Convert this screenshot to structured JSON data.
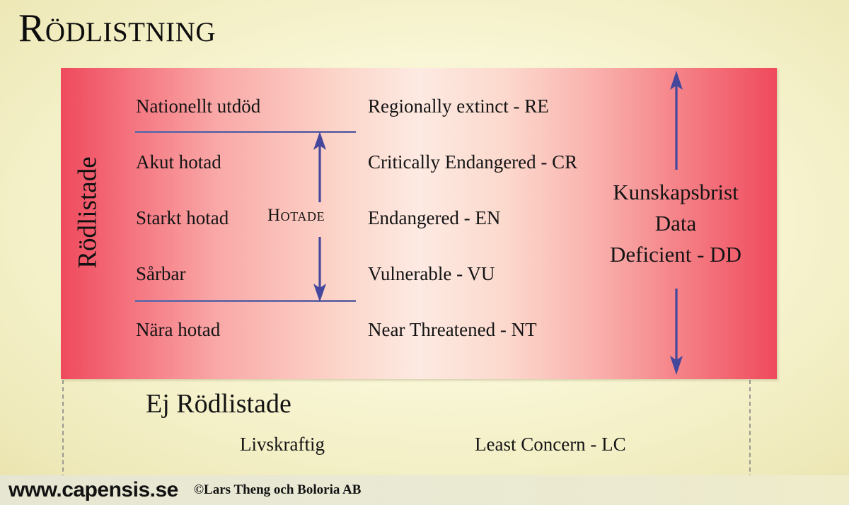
{
  "title": "Rödlistning",
  "panel": {
    "vertical_label": "Rödlistade",
    "categories": [
      {
        "swedish": "Nationellt utdöd",
        "english": "Regionally extinct - RE",
        "code": "RE"
      },
      {
        "swedish": "Akut hotad",
        "english": "Critically Endangered - CR",
        "code": "CR"
      },
      {
        "swedish": "Starkt hotad",
        "english": "Endangered  - EN",
        "code": "EN"
      },
      {
        "swedish": "Sårbar",
        "english": "Vulnerable - VU",
        "code": "VU"
      },
      {
        "swedish": "Nära hotad",
        "english": "Near Threatened - NT",
        "code": "NT"
      }
    ],
    "bracket_label": "Hotade",
    "data_deficient": {
      "line1": "Kunskapsbrist",
      "line2": "Data",
      "line3": "Deficient - DD"
    }
  },
  "not_redlisted": {
    "title": "Ej Rödlistade",
    "swedish": "Livskraftig",
    "english": "Least Concern - LC"
  },
  "footer": {
    "site": "www.capensis.se",
    "credit": "©Lars Theng och Boloria AB"
  },
  "colors": {
    "red_edge": "#ef4a5d",
    "red_center": "#fdeae2",
    "arrow_blue": "#44479b",
    "line_blue": "#6a6aa6",
    "background": "#f2efc4",
    "text": "#141414",
    "footer_bar": "#e9e9d4"
  }
}
